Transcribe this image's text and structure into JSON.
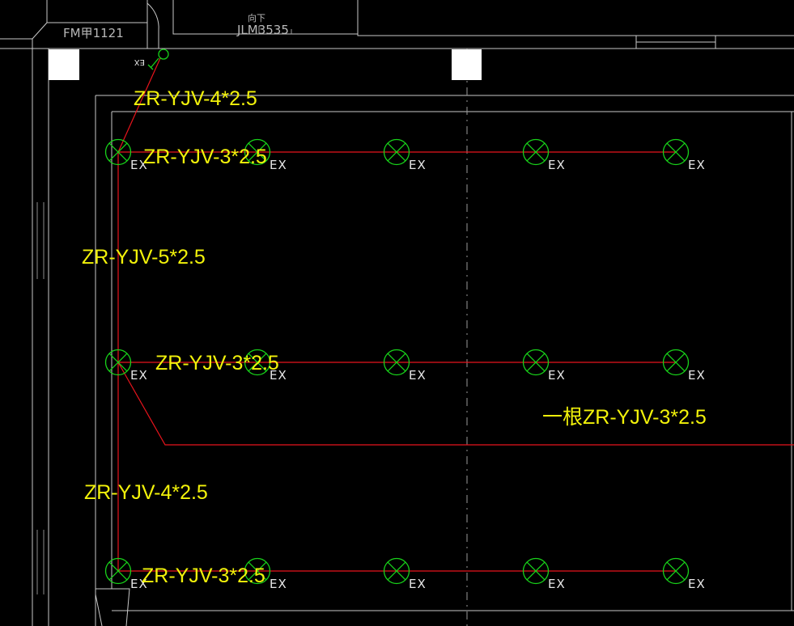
{
  "room_labels": {
    "fire_door": "FM甲1121",
    "window_code_top": "向下",
    "window_code": "JLM3535"
  },
  "switch_tag": "EX",
  "lamp_tag": "EX",
  "cable_labels": [
    {
      "id": "riser",
      "text": "ZR-YJV-4*2.5"
    },
    {
      "id": "row1",
      "text": "ZR-YJV-3*2.5"
    },
    {
      "id": "trunk1",
      "text": "ZR-YJV-5*2.5"
    },
    {
      "id": "row2",
      "text": "ZR-YJV-3*2.5"
    },
    {
      "id": "branch",
      "text": "一根ZR-YJV-3*2.5"
    },
    {
      "id": "trunk2",
      "text": "ZR-YJV-4*2.5"
    },
    {
      "id": "row3",
      "text": "ZR-YJV-3*2.5"
    }
  ],
  "lamp_grid": {
    "rows": 3,
    "columns": 5
  },
  "colors": {
    "background": "#000000",
    "wire": "#e8141c",
    "lamp": "#18d21a",
    "cable_text": "#f2f20a",
    "wall": "#c9c9c9"
  }
}
